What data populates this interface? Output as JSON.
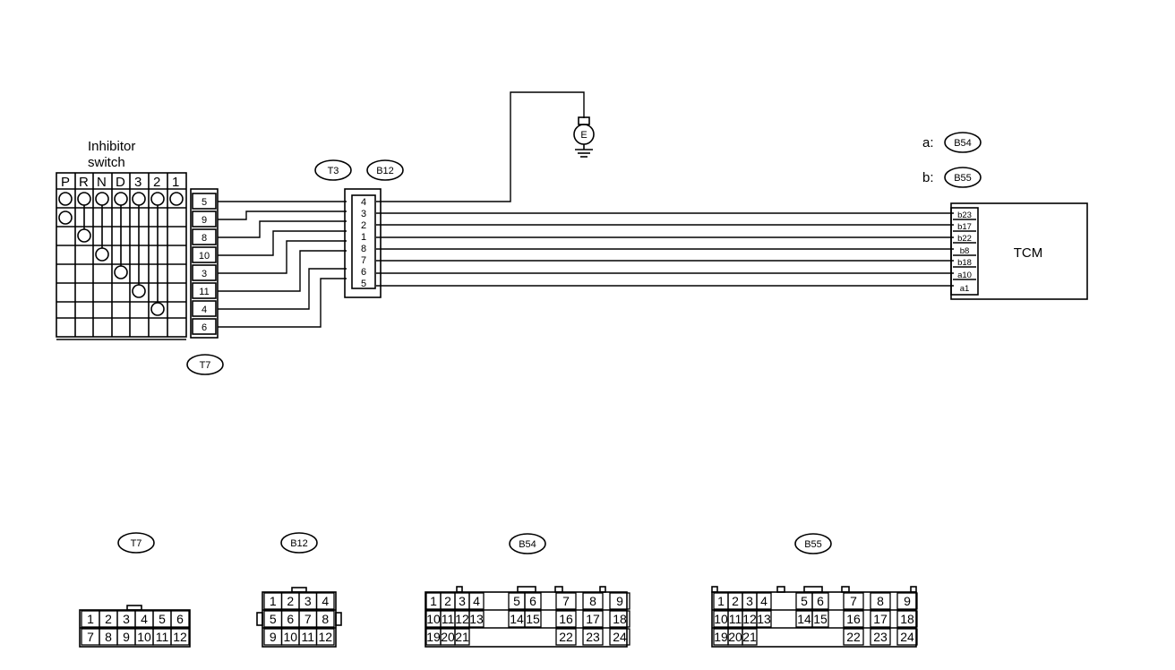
{
  "inhibitor": {
    "label_line1": "Inhibitor",
    "label_line2": "switch",
    "positions": [
      "P",
      "R",
      "N",
      "D",
      "3",
      "2",
      "1"
    ],
    "pins": [
      "5",
      "9",
      "8",
      "10",
      "3",
      "11",
      "4",
      "6"
    ],
    "connector": "T7"
  },
  "mid_connector": {
    "label_a": "T3",
    "label_b": "B12",
    "pins": [
      "4",
      "3",
      "2",
      "1",
      "8",
      "7",
      "6",
      "5"
    ]
  },
  "ground": {
    "symbol": "E"
  },
  "tcm": {
    "label": "TCM",
    "legend_a_prefix": "a:",
    "legend_a": "B54",
    "legend_b_prefix": "b:",
    "legend_b": "B55",
    "pins": [
      "b23",
      "b17",
      "b22",
      "b8",
      "b18",
      "a10",
      "a1"
    ]
  },
  "connectors": {
    "t7": {
      "label": "T7",
      "rows": [
        [
          "1",
          "2",
          "3",
          "4",
          "5",
          "6"
        ],
        [
          "7",
          "8",
          "9",
          "10",
          "11",
          "12"
        ]
      ]
    },
    "b12": {
      "label": "B12",
      "rows": [
        [
          "1",
          "2",
          "3",
          "4"
        ],
        [
          "5",
          "6",
          "7",
          "8"
        ],
        [
          "9",
          "10",
          "11",
          "12"
        ]
      ]
    },
    "b54": {
      "label": "B54",
      "rows": [
        [
          "1",
          "2",
          "3",
          "4",
          "5",
          "6",
          "7",
          "8",
          "9"
        ],
        [
          "10",
          "11",
          "12",
          "13",
          "14",
          "15",
          "16",
          "17",
          "18"
        ],
        [
          "19",
          "20",
          "21",
          "22",
          "23",
          "24"
        ]
      ]
    },
    "b55": {
      "label": "B55",
      "rows": [
        [
          "1",
          "2",
          "3",
          "4",
          "5",
          "6",
          "7",
          "8",
          "9"
        ],
        [
          "10",
          "11",
          "12",
          "13",
          "14",
          "15",
          "16",
          "17",
          "18"
        ],
        [
          "19",
          "20",
          "21",
          "22",
          "23",
          "24"
        ]
      ]
    }
  }
}
